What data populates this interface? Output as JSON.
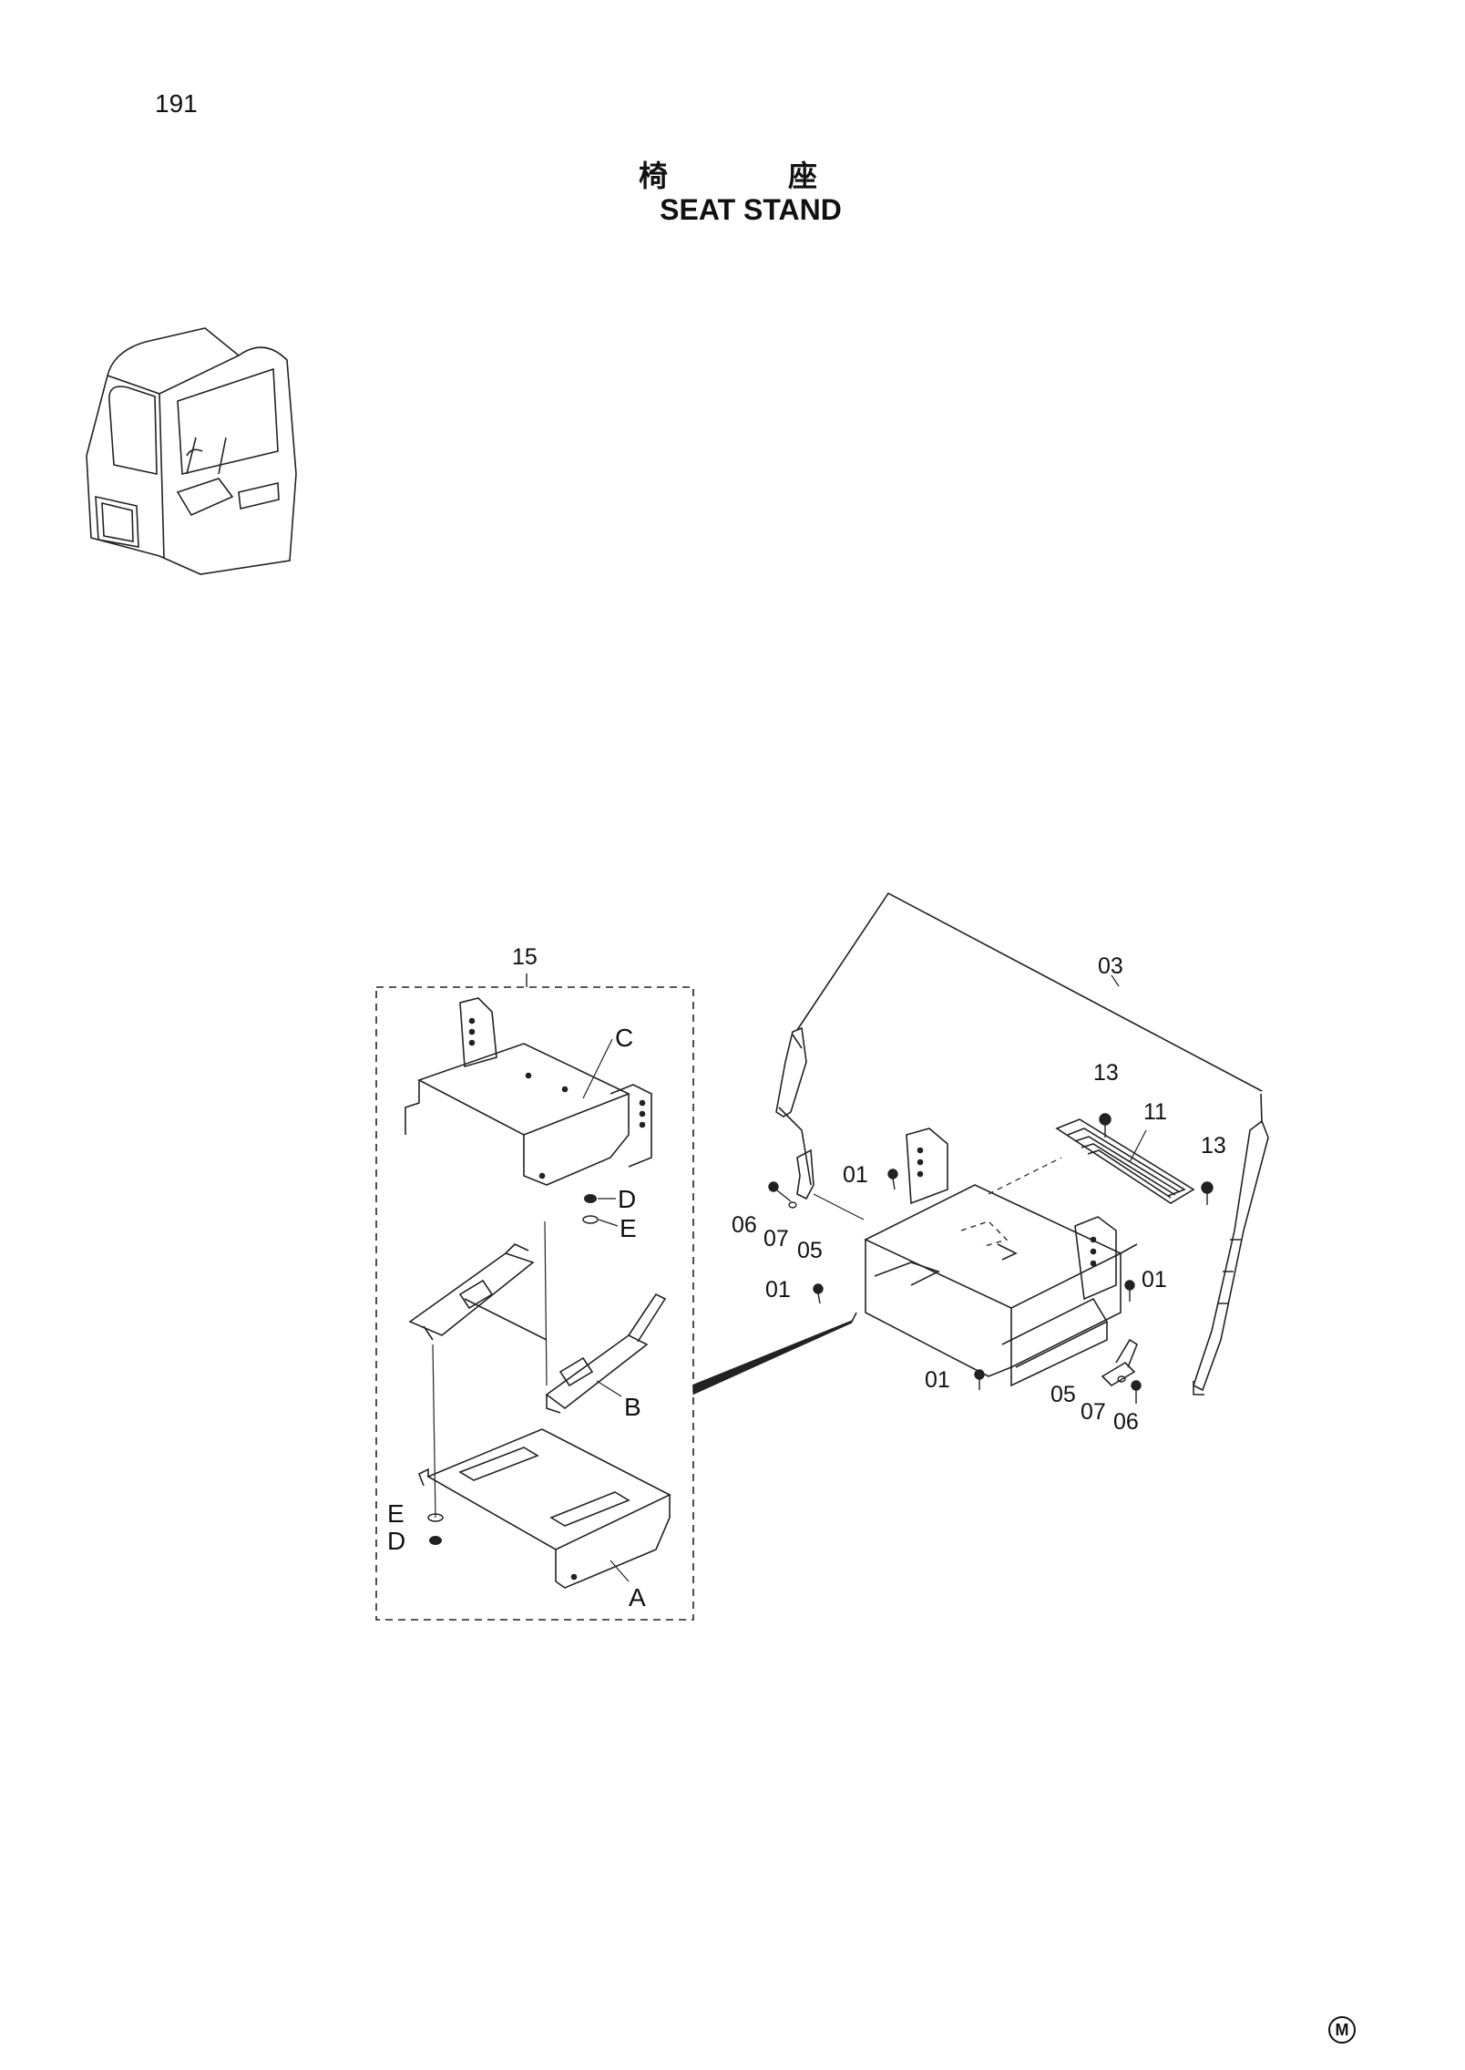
{
  "page": {
    "number": "191"
  },
  "title": {
    "japanese": "椅　座",
    "english": "SEAT STAND"
  },
  "assembly_label": "15",
  "sub_parts": {
    "a": "A",
    "b": "B",
    "c": "C",
    "d": "D",
    "e": "E"
  },
  "callouts": {
    "p01": "01",
    "p03": "03",
    "p05": "05",
    "p06": "06",
    "p07": "07",
    "p11": "11",
    "p13": "13"
  },
  "maker_mark": "M"
}
